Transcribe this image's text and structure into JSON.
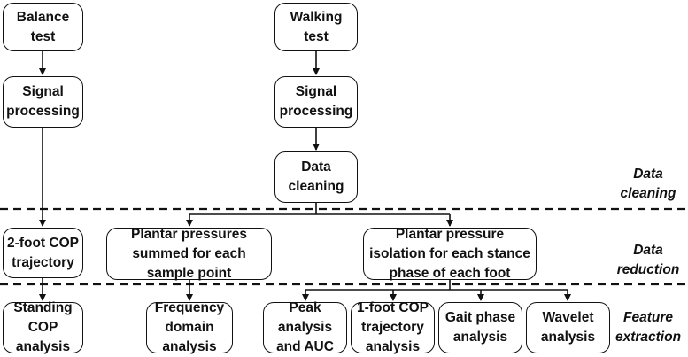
{
  "nodes": {
    "balance_test": "Balance\ntest",
    "walking_test": "Walking\ntest",
    "signal_processing_balance": "Signal\nprocessing",
    "signal_processing_walking": "Signal\nprocessing",
    "data_cleaning": "Data\ncleaning",
    "two_foot_cop": "2-foot COP\ntrajectory",
    "plantar_summed": "Plantar pressures\nsummed for each\nsample point",
    "plantar_isolation": "Plantar pressure\nisolation for each stance\nphase of each foot",
    "standing_cop": "Standing\nCOP\nanalysis",
    "frequency_domain": "Frequency\ndomain\nanalysis",
    "peak_analysis": "Peak\nanalysis\nand AUC",
    "one_foot_cop": "1-foot COP\ntrajectory\nanalysis",
    "gait_phase": "Gait phase\nanalysis",
    "wavelet": "Wavelet\nanalysis"
  },
  "stages": {
    "data_cleaning": "Data\ncleaning",
    "data_reduction": "Data\nreduction",
    "feature_extraction": "Feature\nextraction"
  }
}
